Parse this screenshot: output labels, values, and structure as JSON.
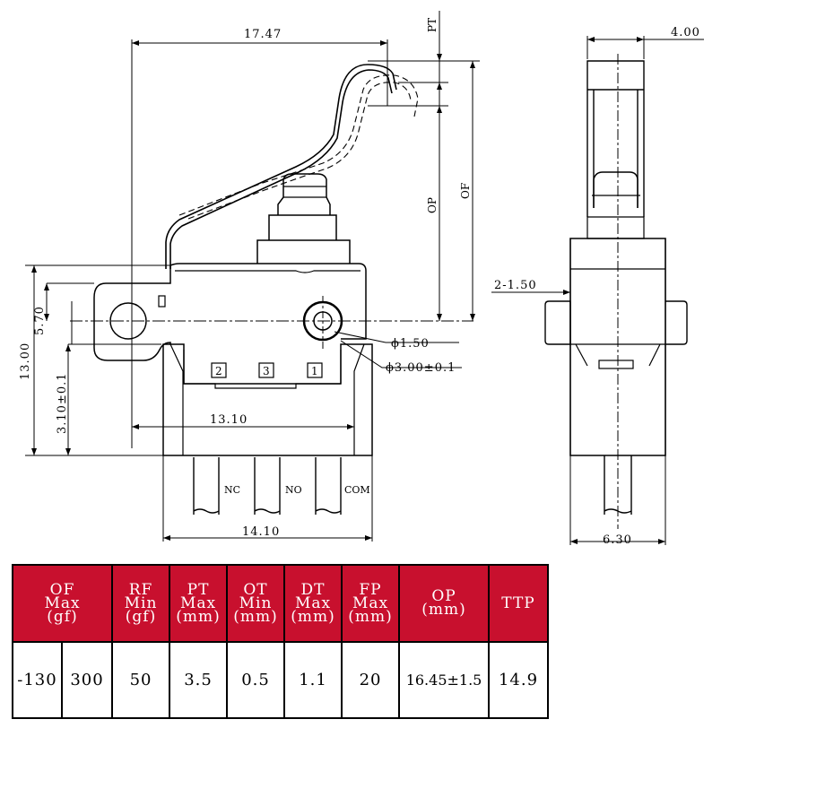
{
  "drawing": {
    "labels": {
      "width_top": "17.47",
      "pt": "PT",
      "op": "OP",
      "of": "OF",
      "side_width": "4.00",
      "height_total": "13.00",
      "h_570": "5.70",
      "h_310": "3.10±0.1",
      "hole_small": "ϕ1.50",
      "hole_big": "ϕ3.00±0.1",
      "w_1310": "13.10",
      "w_1410": "14.10",
      "w_630": "6.30",
      "side_offset": "2-1.50",
      "terminal_nc": "NC",
      "terminal_no": "NO",
      "terminal_com": "COM",
      "pin_2": "2",
      "pin_3": "3",
      "pin_1": "1"
    }
  },
  "table": {
    "header_color": "#c8102e",
    "headers": [
      "OF\nMax\n(gf)",
      "RF\nMin\n(gf)",
      "PT\nMax\n(mm)",
      "OT\nMin\n(mm)",
      "DT\nMax\n(mm)",
      "FP\nMax\n(mm)",
      "OP\n(mm)",
      "TTP"
    ],
    "row": [
      "-130",
      "300",
      "50",
      "3.5",
      "0.5",
      "1.1",
      "20",
      "16.45±1.5",
      "14.9"
    ]
  }
}
